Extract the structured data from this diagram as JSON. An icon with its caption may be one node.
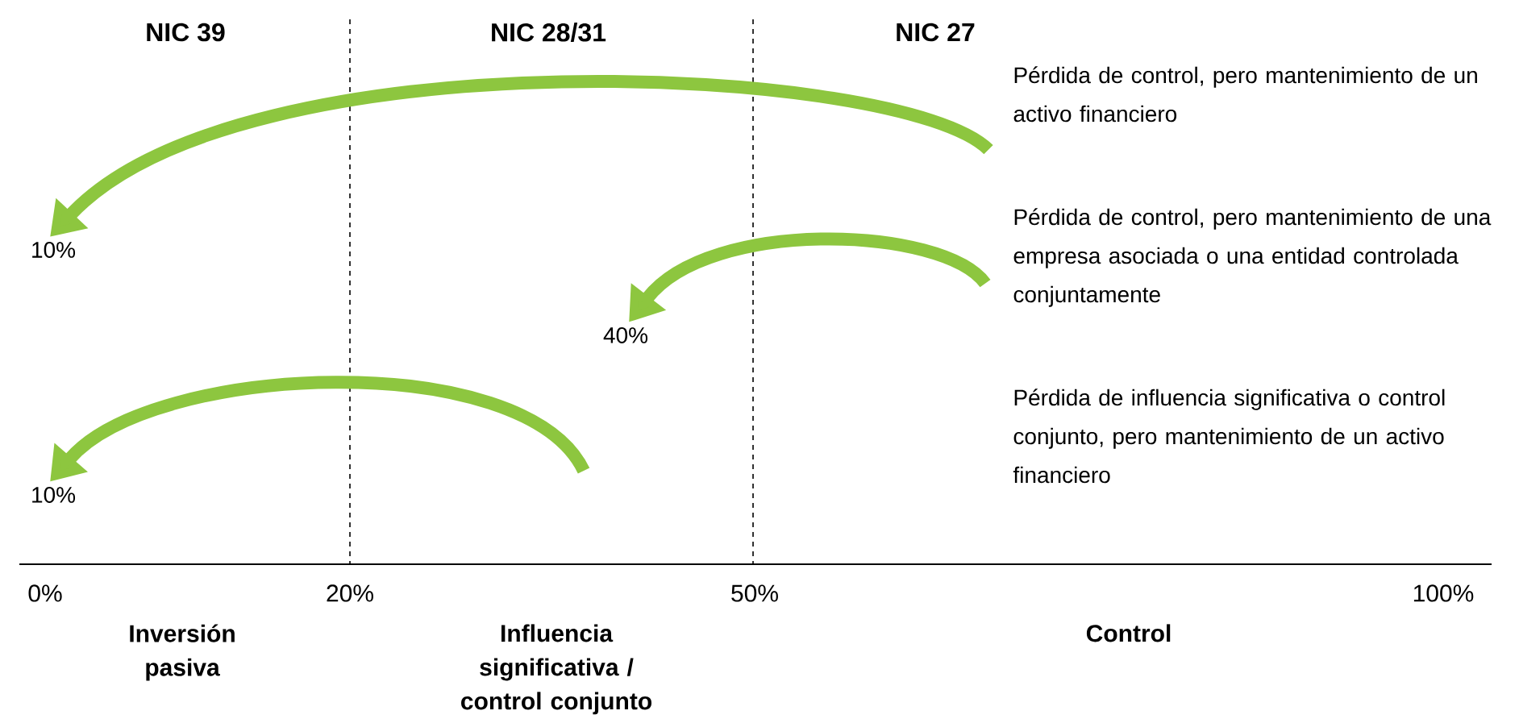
{
  "diagram": {
    "nodes": [
      {
        "text": [
          "Pérdida de control, pero mantenimiento de un activo financiero"
        ]
      },
      {
        "text": [
          "Pérdida de control, pero mantenimiento de una empresa asociada o una entidad controlada conjuntamente"
        ]
      },
      {
        "text": [
          "Pérdida de influencia significativa o control conjunto, pero mantenimiento de un activo financiero"
        ]
      },
      {
        "text": [
          "10%"
        ]
      },
      {
        "text": [
          "40%"
        ]
      },
      {
        "text": [
          "10%"
        ]
      }
    ],
    "edges": [
      {
        "from": 0,
        "to": 3,
        "arrow": "to"
      },
      {
        "from": 1,
        "to": 4,
        "arrow": "to"
      },
      {
        "from": null,
        "to": 5,
        "arrow": "to"
      }
    ],
    "labels": [
      "NIC 39",
      "NIC 28/31",
      "NIC 27",
      "0%",
      "20%",
      "50%",
      "100%",
      "Inversión pasiva",
      "Influencia significativa / control conjunto",
      "Control"
    ]
  }
}
